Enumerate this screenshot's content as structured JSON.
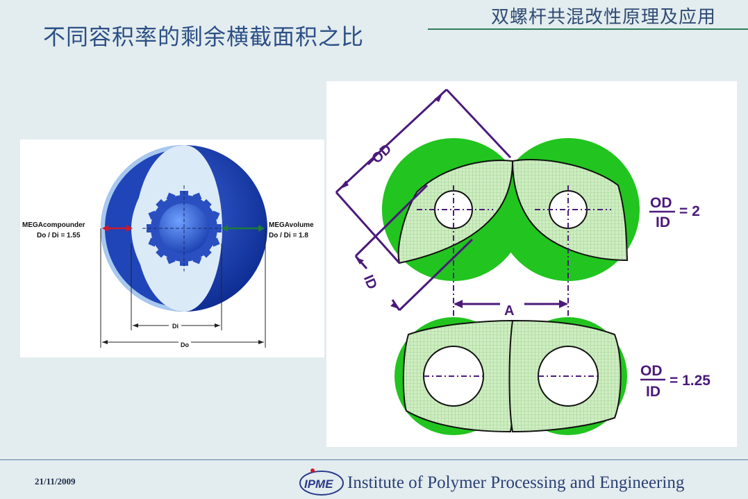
{
  "header": {
    "course_title": "双螺杆共混改性原理及应用",
    "slide_title": "不同容积率的剩余横截面积之比"
  },
  "left_figure": {
    "left_label_line1": "MEGAcompounder",
    "left_label_line2": "Do / Di = 1.55",
    "right_label_line1": "MEGAvolume",
    "right_label_line2": "Do / Di = 1.8",
    "dim_inner": "Di",
    "dim_outer": "Do"
  },
  "right_figure": {
    "od_label": "OD",
    "id_label": "ID",
    "a_label": "A",
    "ratio_top_num": "OD",
    "ratio_top_den": "ID",
    "ratio_top_value": "= 2",
    "ratio_bottom_num": "OD",
    "ratio_bottom_den": "ID",
    "ratio_bottom_value": "= 1.25"
  },
  "footer": {
    "date": "21/11/2009",
    "logo_text": "IPME",
    "institute": "Institute of Polymer Processing and Engineering"
  },
  "colors": {
    "barrel_green": "#22c41f",
    "screw_mesh": "#c9eeb0",
    "dimension_purple": "#4a1a7a",
    "title_blue": "#2c4f86"
  }
}
